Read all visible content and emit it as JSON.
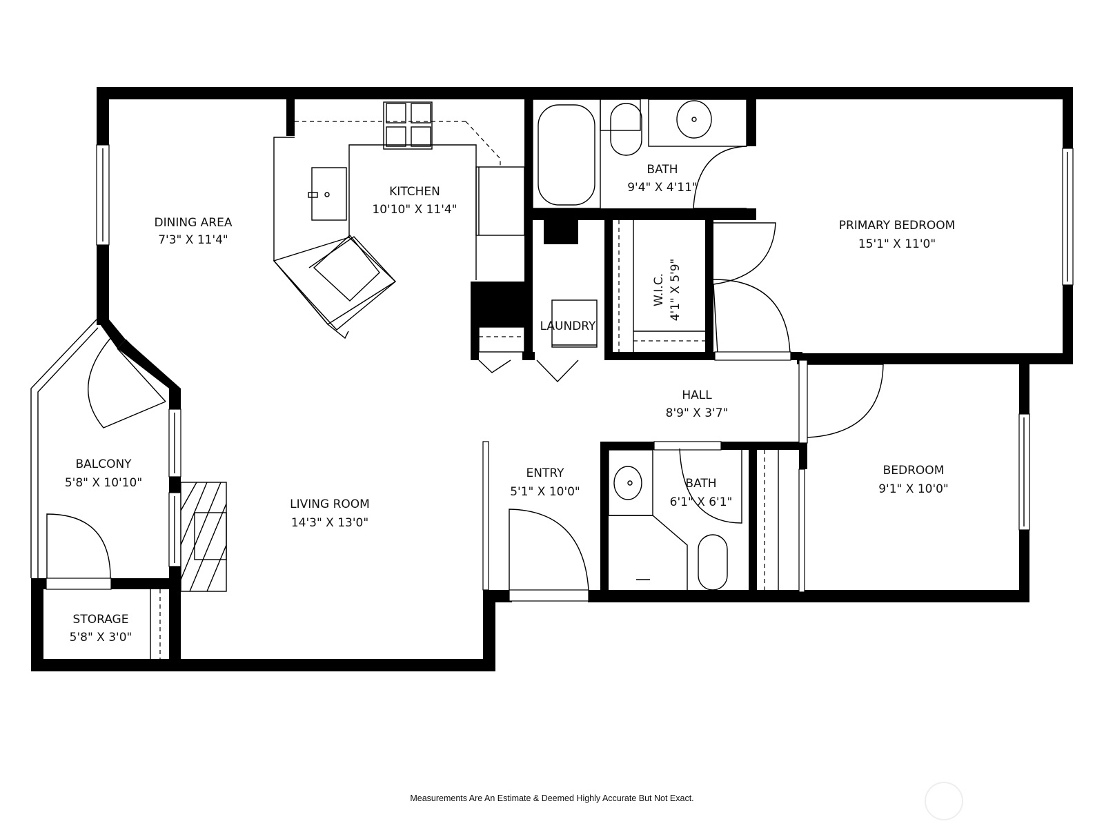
{
  "floorplan": {
    "rooms": {
      "dining_area": {
        "name": "DINING AREA",
        "dims": "7'3\" X 11'4\""
      },
      "kitchen": {
        "name": "KITCHEN",
        "dims": "10'10\" X 11'4\""
      },
      "bath_primary": {
        "name": "BATH",
        "dims": "9'4\" X 4'11\""
      },
      "primary_bedroom": {
        "name": "PRIMARY BEDROOM",
        "dims": "15'1\" X 11'0\""
      },
      "wic": {
        "name": "W.I.C.",
        "dims": "4'1\" X 5'9\""
      },
      "laundry": {
        "name": "LAUNDRY",
        "dims": ""
      },
      "hall": {
        "name": "HALL",
        "dims": "8'9\" X 3'7\""
      },
      "balcony": {
        "name": "BALCONY",
        "dims": "5'8\" X 10'10\""
      },
      "living_room": {
        "name": "LIVING ROOM",
        "dims": "14'3\" X 13'0\""
      },
      "entry": {
        "name": "ENTRY",
        "dims": "5'1\" X 10'0\""
      },
      "bath_second": {
        "name": "BATH",
        "dims": "6'1\" X 6'1\""
      },
      "bedroom": {
        "name": "BEDROOM",
        "dims": "9'1\" X 10'0\""
      },
      "storage": {
        "name": "STORAGE",
        "dims": "5'8\" X 3'0\""
      }
    },
    "colors": {
      "wall": "#000000",
      "background": "#ffffff"
    }
  },
  "footer": {
    "disclaimer": "Measurements Are An Estimate & Deemed Highly Accurate But Not Exact."
  },
  "watermark": {
    "icon": "circle-logo-watermark"
  }
}
